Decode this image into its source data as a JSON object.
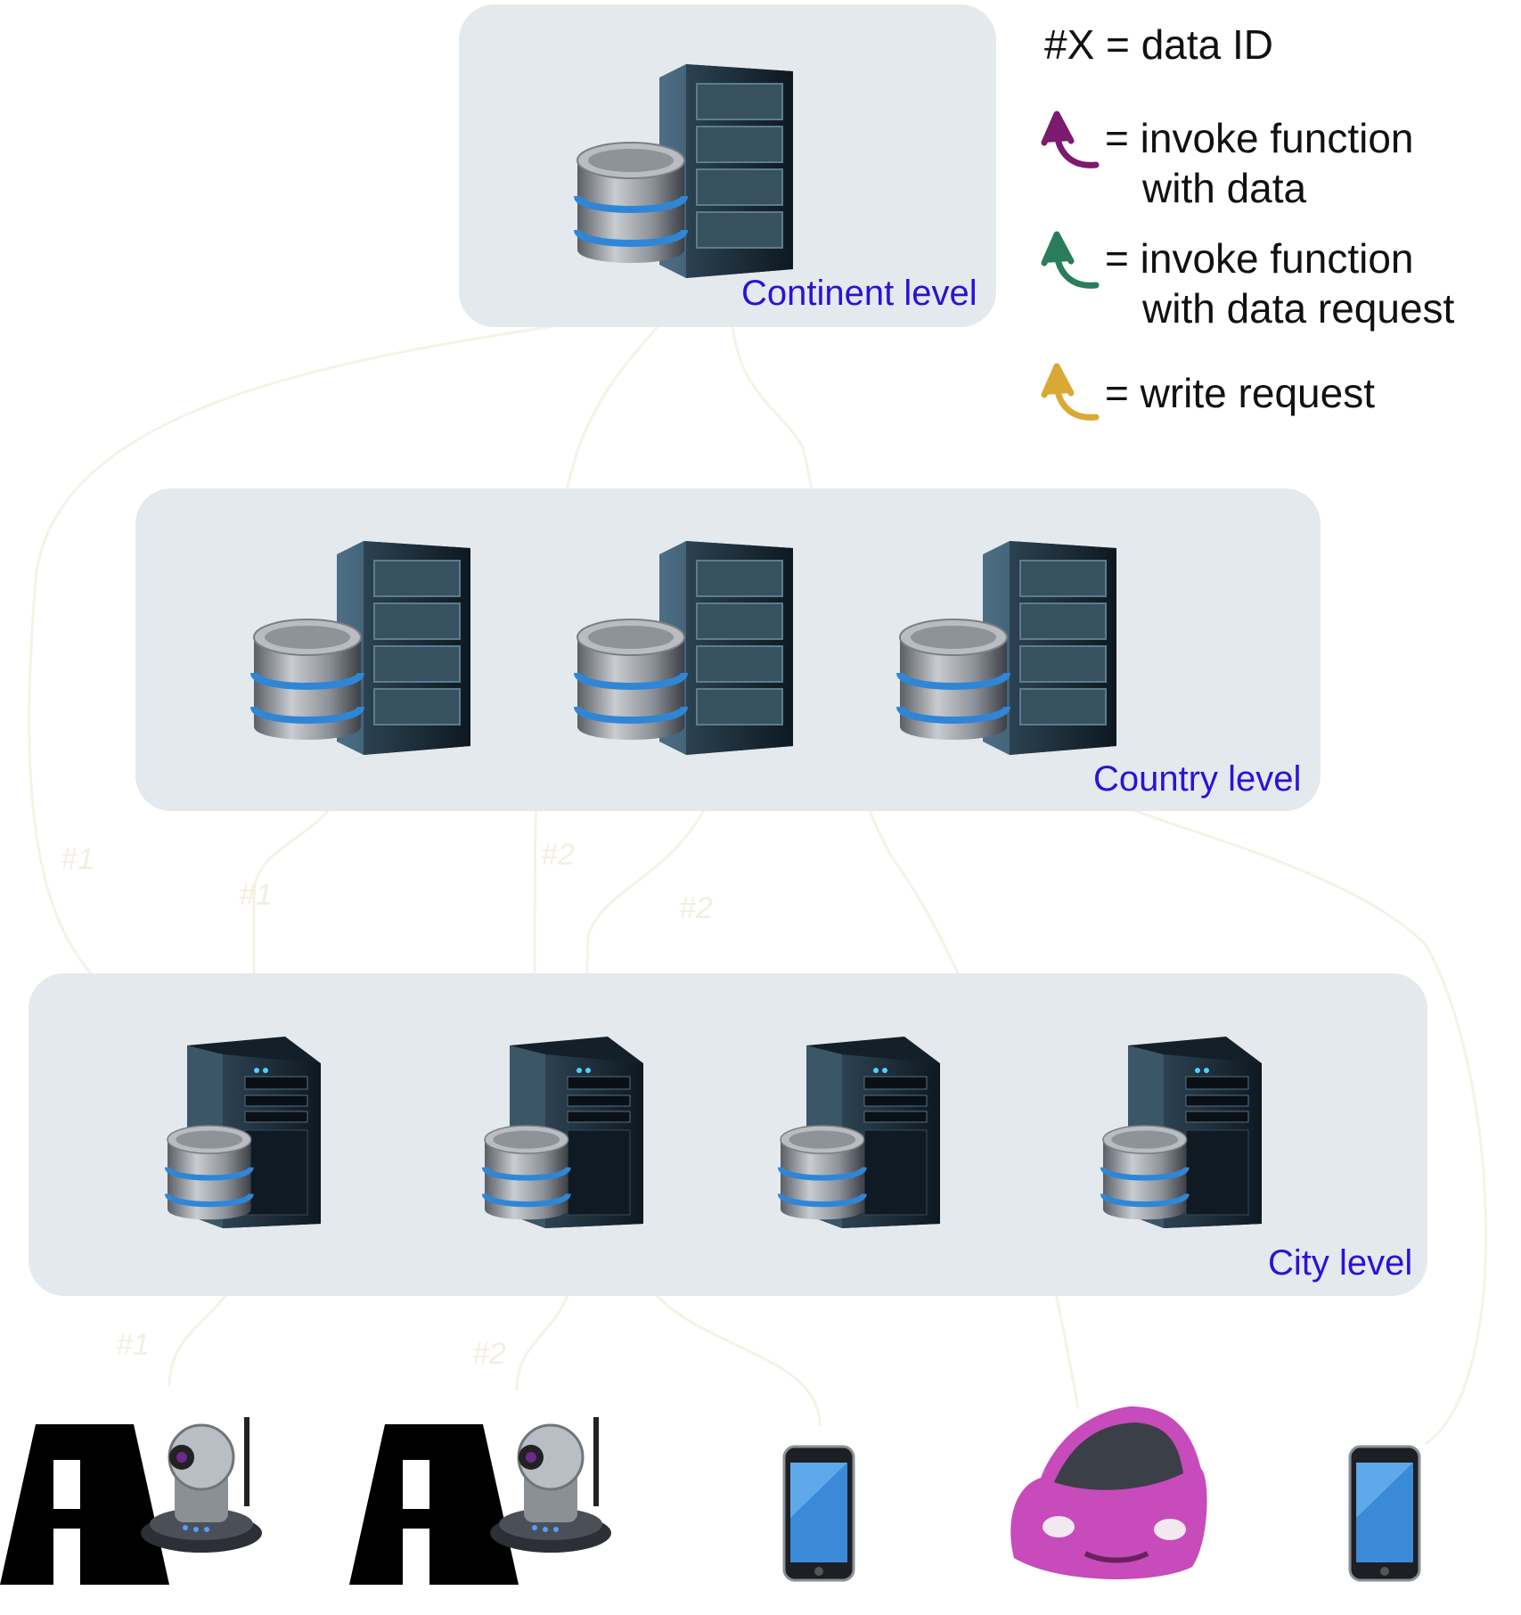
{
  "legend": {
    "data_id": "#X = data ID",
    "invoke_with_data": [
      "= invoke function",
      "with data"
    ],
    "invoke_with_request": [
      "= invoke function",
      "with data request"
    ],
    "write_request": "= write request",
    "colors": {
      "invoke_with_data": "#7b1a6e",
      "invoke_with_request": "#2a7d5c",
      "write_request": "#d9a935"
    }
  },
  "levels": {
    "continent": "Continent level",
    "country": "Country level",
    "city": "City level"
  },
  "faint_labels": [
    "#1",
    "#1",
    "#2",
    "#2",
    "#1",
    "#2"
  ],
  "devices": [
    "road-camera",
    "road-camera",
    "smartphone",
    "car",
    "smartphone"
  ]
}
